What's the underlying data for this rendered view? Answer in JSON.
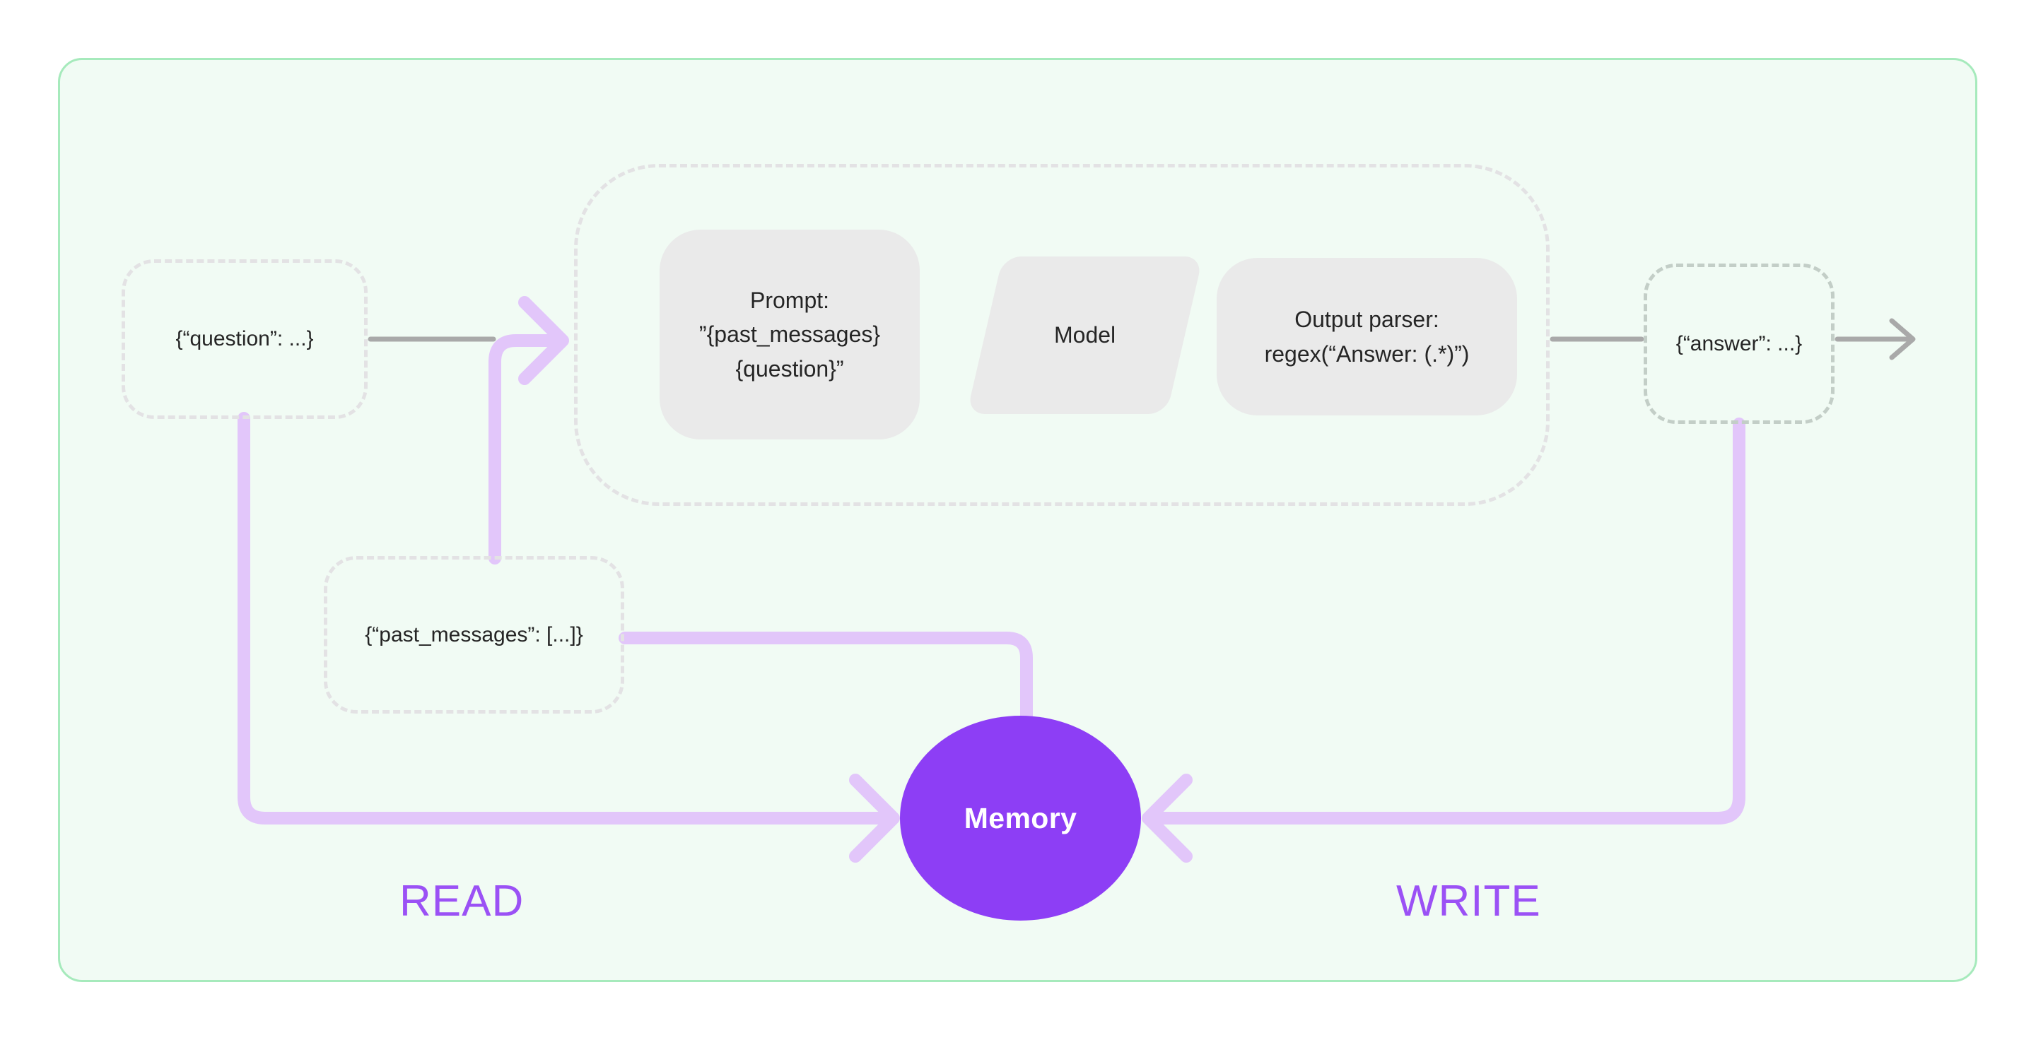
{
  "card": {
    "accent_border": "#a6eabc",
    "background": "#f1fbf4"
  },
  "diagram": {
    "title_absent": true,
    "accent_purple": "#8d3ef5",
    "accent_purple_light": "#e2c6fa",
    "wire_gray": "#a9a9a9",
    "node_fill": "#eaeaea",
    "dashed_border": "#e3e2e4",
    "dashed_border_green": "#c3cec7"
  },
  "nodes": {
    "question": {
      "label": "{“question”: ...}"
    },
    "past_messages": {
      "label": "{“past_messages”: [...]}"
    },
    "prompt": {
      "line1": "Prompt:",
      "line2": "”{past_messages}",
      "line3": "{question}”"
    },
    "model": {
      "label": "Model"
    },
    "output_parser": {
      "line1": "Output parser:",
      "line2": "regex(“Answer: (.*)”)"
    },
    "answer": {
      "label": "{“answer”: ...}"
    },
    "memory": {
      "label": "Memory"
    }
  },
  "captions": {
    "read": "READ",
    "write": "WRITE"
  }
}
